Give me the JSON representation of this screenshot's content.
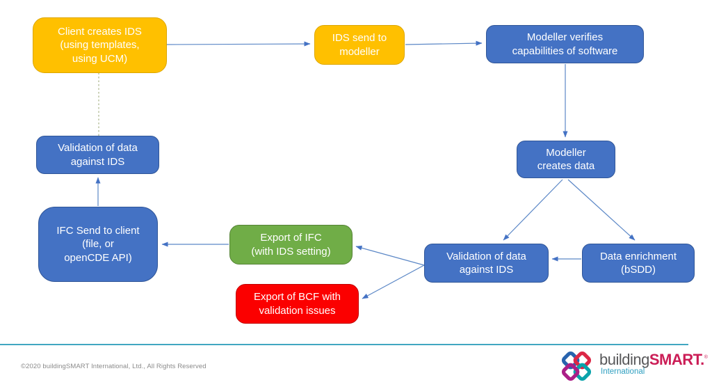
{
  "diagram": {
    "nodes": {
      "client_creates_ids": {
        "label": "Client creates IDS\n(using templates,\nusing UCM)",
        "fill": "#FFC000"
      },
      "ids_send_to_modeller": {
        "label": "IDS send to\nmodeller",
        "fill": "#FFC000"
      },
      "modeller_verifies": {
        "label": "Modeller verifies\ncapabilities of software",
        "fill": "#4472C4"
      },
      "modeller_creates_data": {
        "label": "Modeller\ncreates data",
        "fill": "#4472C4"
      },
      "validation_left": {
        "label": "Validation of data\nagainst IDS",
        "fill": "#4472C4"
      },
      "ifc_send_to_client": {
        "label": "IFC Send to client\n(file, or\nopenCDE API)",
        "fill": "#4472C4"
      },
      "export_ifc": {
        "label": "Export of IFC\n(with IDS setting)",
        "fill": "#70AD47"
      },
      "export_bcf": {
        "label": "Export of BCF with\nvalidation issues",
        "fill": "#FB0000"
      },
      "validation_center": {
        "label": "Validation of data\nagainst IDS",
        "fill": "#4472C4"
      },
      "data_enrichment": {
        "label": "Data enrichment\n(bSDD)",
        "fill": "#4472C4"
      }
    },
    "colors": {
      "orange_fill": "#FFC000",
      "orange_border": "#DCA600",
      "blue_fill": "#4472C4",
      "blue_border": "#2F5597",
      "green_fill": "#70AD47",
      "green_border": "#548235",
      "red_fill": "#FB0000",
      "red_border": "#C00000",
      "arrow": "#5B87C6",
      "dashed_connector": "#A9B388",
      "divider": "#41A6C1"
    }
  },
  "footer": {
    "copyright": "©2020 buildingSMART International, Ltd., All Rights Reserved",
    "logo": {
      "building": "building",
      "smart": "SMART.",
      "registered": "®",
      "international": "International"
    }
  }
}
